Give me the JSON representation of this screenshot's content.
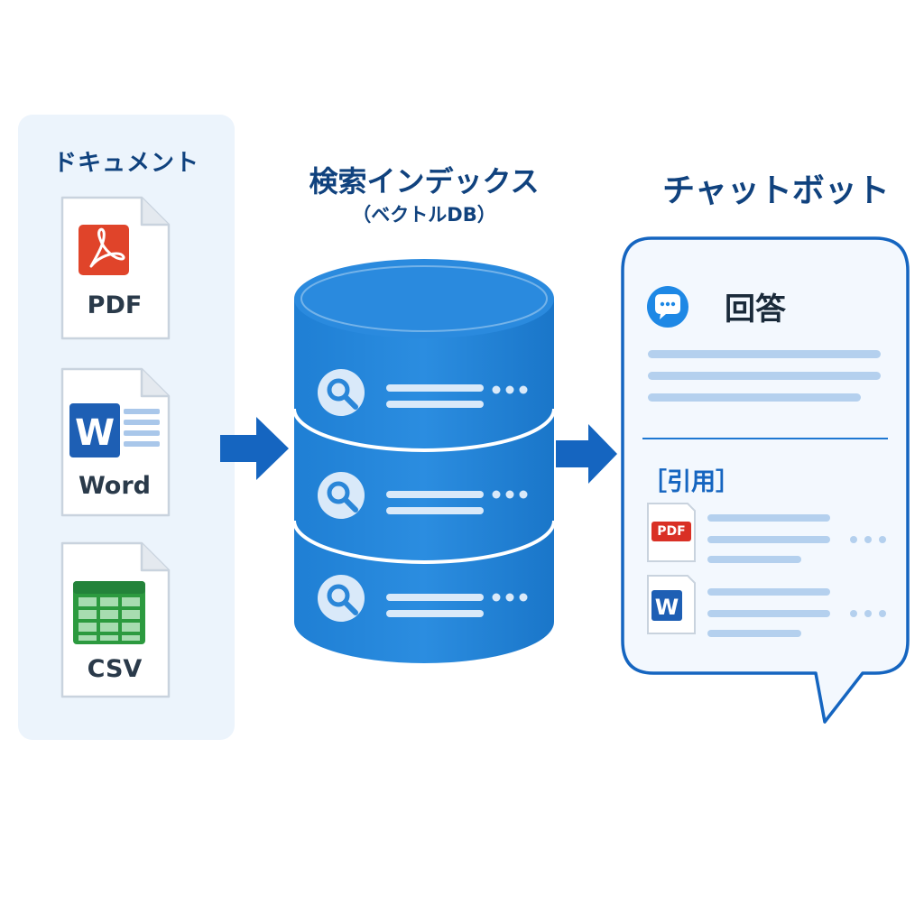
{
  "documents": {
    "title": "ドキュメント",
    "files": [
      {
        "type": "PDF",
        "label": "PDF",
        "icon": "pdf-icon",
        "color": "#e0442a"
      },
      {
        "type": "Word",
        "label": "Word",
        "icon": "word-icon",
        "color": "#1e5fb4",
        "icon_letter": "W"
      },
      {
        "type": "CSV",
        "label": "CSV",
        "icon": "spreadsheet-icon",
        "color": "#2c9a3f"
      }
    ]
  },
  "index": {
    "title": "検索インデックス",
    "subtitle": "（ベクトルDB）",
    "color": "#2385d6",
    "record_count": 3
  },
  "chatbot": {
    "title": "チャットボット",
    "answer_label": "回答",
    "citation_label": "［引用］",
    "citations": [
      {
        "type": "PDF",
        "badge": "PDF",
        "color": "#d93025"
      },
      {
        "type": "Word",
        "badge": "W",
        "color": "#1e5fb4"
      }
    ]
  },
  "colors": {
    "accent": "#1565c0",
    "arrow": "#1565c0",
    "panel_bg": "#ecf4fc",
    "title": "#10427e"
  }
}
